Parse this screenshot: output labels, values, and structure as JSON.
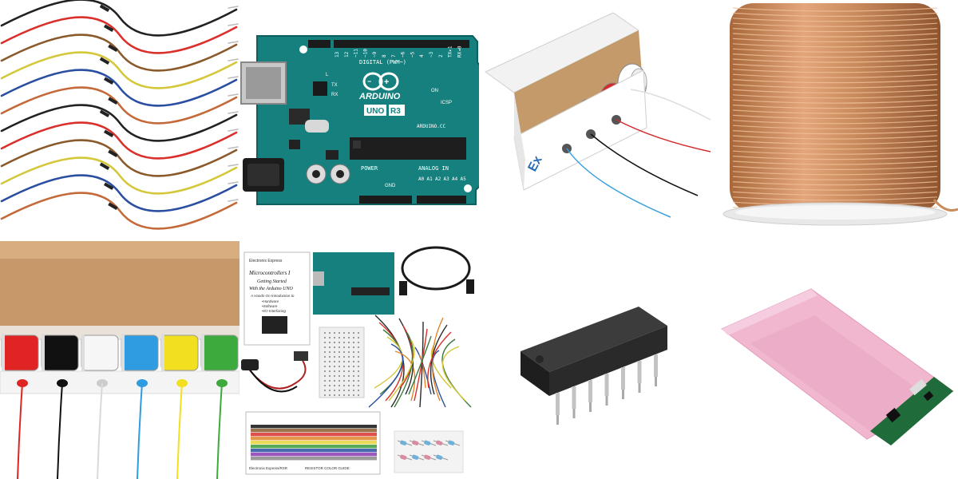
{
  "colors": {
    "arduino_board": "#16807f",
    "arduino_board_dark": "#0e5f5e",
    "copper": "#c98a5c",
    "pink_bag": "#f1b7cf",
    "ic_body": "#2a2a2a"
  },
  "tiles": [
    {
      "subject": "jumper-wires",
      "wire_colors": [
        "#222222",
        "#d9302c",
        "#8b5a2b",
        "#d4c83a",
        "#2b4fa0",
        "#c46a3a"
      ]
    },
    {
      "subject": "arduino-uno-board",
      "labels": {
        "digital": "DIGITAL (PWM~)",
        "brand": "ARDUINO",
        "model": "UNO",
        "rev": "R3",
        "power": "POWER",
        "analog": "ANALOG IN",
        "tx": "TX",
        "rx": "RX",
        "on": "ON",
        "l": "L",
        "icsp": "ICSP",
        "site": "ARDUINO.CC",
        "gnd": "GND",
        "a_pins": [
          "A0",
          "A1",
          "A2",
          "A3",
          "A4",
          "A5"
        ],
        "d_pins": [
          "13",
          "12",
          "~11",
          "~10",
          "~9",
          "8",
          "7",
          "~6",
          "~5",
          "4",
          "~3",
          "2",
          "TX▸1",
          "RX◂0"
        ]
      }
    },
    {
      "subject": "hookup-wire-dispenser-box",
      "spool_colors": [
        "#3aa0e0",
        "#111111",
        "#d42a2a",
        "#ffffff"
      ],
      "box_logo": "Ex"
    },
    {
      "subject": "copper-wire-spool"
    },
    {
      "subject": "six-color-hookup-wire-box",
      "spool_colors": [
        "#e02424",
        "#111111",
        "#f6f6f6",
        "#2f9be0",
        "#f2df1f",
        "#3caa3c"
      ]
    },
    {
      "subject": "microcontroller-starter-kit",
      "brand": "Electronix Express",
      "booklet": {
        "title1": "Microcontrollers I",
        "title2": "Getting Started",
        "title3": "With the Arduino UNO",
        "subtitle": "A Hands-On Introduction to",
        "items": [
          "•Hardware",
          "•Software",
          "•I/O Interfacing"
        ]
      },
      "card": {
        "footer": "Electronix Express/RSR",
        "guide": "RESISTOR COLOR GUIDE"
      }
    },
    {
      "subject": "dip-14-integrated-circuit"
    },
    {
      "subject": "anti-static-bag-with-pcb"
    }
  ]
}
